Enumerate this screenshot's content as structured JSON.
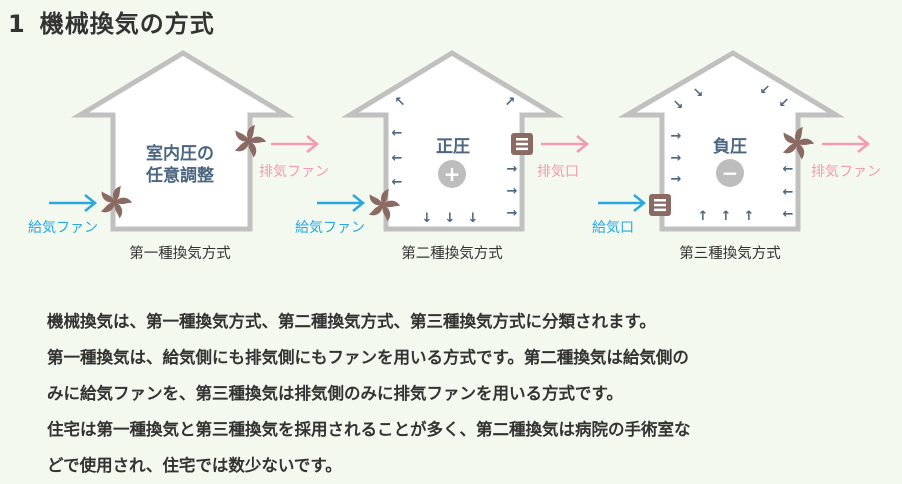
{
  "heading": {
    "number": "1",
    "title": "機械換気の方式"
  },
  "diagrams": [
    {
      "caption": "第一種換気方式",
      "center_lines": [
        "室内圧の",
        "任意調整"
      ],
      "supply_label": "給気ファン",
      "exhaust_label": "排気ファン"
    },
    {
      "caption": "第二種換気方式",
      "pressure": "正圧",
      "sign": "+",
      "supply_label": "給気ファン",
      "exhaust_label": "排気口"
    },
    {
      "caption": "第三種換気方式",
      "pressure": "負圧",
      "sign": "−",
      "supply_label": "給気口",
      "exhaust_label": "排気ファン"
    }
  ],
  "colors": {
    "supply": "#29a8e0",
    "exhaust": "#f49ab3",
    "fan": "#8a6a62",
    "wall": "#c0c0c0",
    "text_blue": "#4a6680"
  },
  "paragraphs": [
    "機械換気は、第一種換気方式、第二種換気方式、第三種換気方式に分類されます。",
    "第一種換気は、給気側にも排気側にもファンを用いる方式です。第二種換気は給気側の",
    "みに給気ファンを、第三種換気は排気側のみに排気ファンを用いる方式です。",
    "住宅は第一種換気と第三種換気を採用されることが多く、第二種換気は病院の手術室な",
    "どで使用され、住宅では数少ないです。"
  ]
}
